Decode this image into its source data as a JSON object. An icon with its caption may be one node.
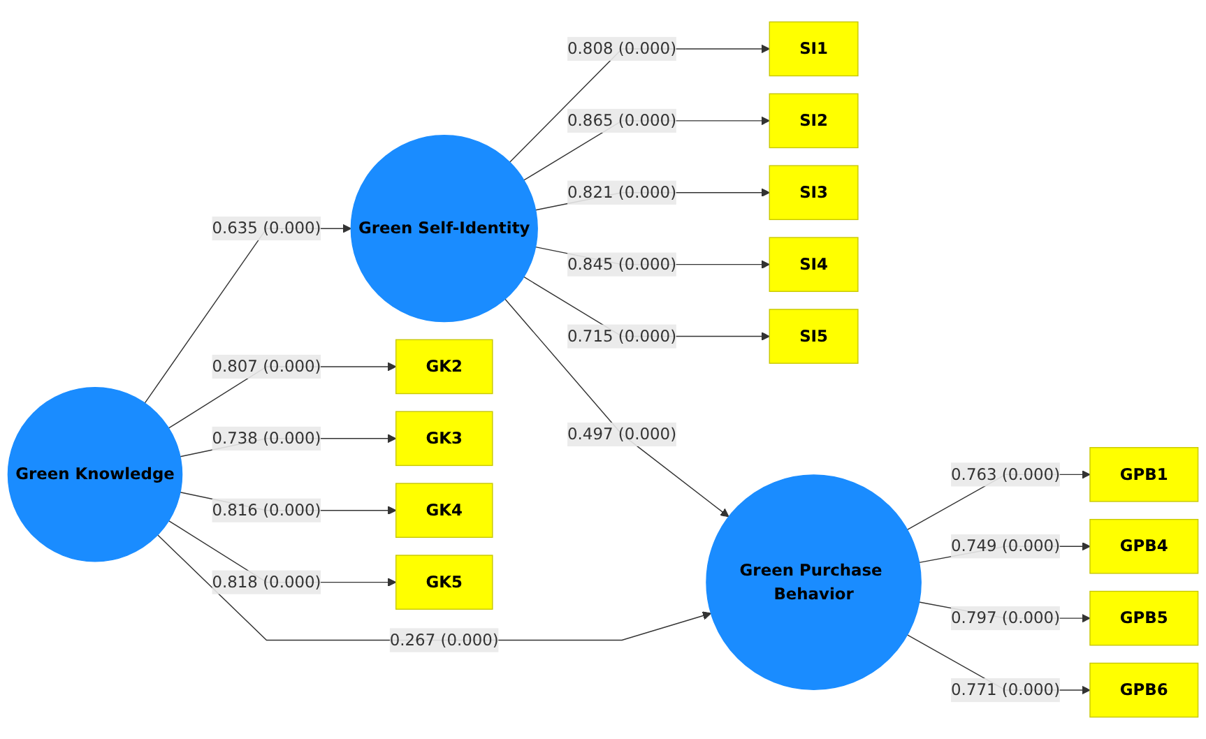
{
  "diagram": {
    "nodes": [
      {
        "text": [
          "SI1"
        ]
      },
      {
        "text": [
          "SI2"
        ]
      },
      {
        "text": [
          "SI3"
        ]
      },
      {
        "text": [
          "SI4"
        ]
      },
      {
        "text": [
          "SI5"
        ]
      },
      {
        "text": [
          "Green Self-Identity"
        ]
      },
      {
        "text": [
          "GK2"
        ]
      },
      {
        "text": [
          "GK3"
        ]
      },
      {
        "text": [
          "GK4"
        ]
      },
      {
        "text": [
          "GK5"
        ]
      },
      {
        "text": [
          "Green Knowledge"
        ]
      },
      {
        "text": [
          "GPB1"
        ]
      },
      {
        "text": [
          "GPB4"
        ]
      },
      {
        "text": [
          "GPB5"
        ]
      },
      {
        "text": [
          "GPB6"
        ]
      },
      {
        "text": [
          "Green Purchase Behavior"
        ]
      }
    ],
    "edges": [
      {
        "from": 5,
        "to": 0,
        "arrow": "to",
        "label": "0.808 (0.000)"
      },
      {
        "from": 5,
        "to": 1,
        "arrow": "to",
        "label": "0.865 (0.000)"
      },
      {
        "from": 5,
        "to": 2,
        "arrow": "to",
        "label": "0.821 (0.000)"
      },
      {
        "from": 5,
        "to": 3,
        "arrow": "to",
        "label": "0.845 (0.000)"
      },
      {
        "from": 5,
        "to": 4,
        "arrow": "to",
        "label": "0.715 (0.000)"
      },
      {
        "from": 10,
        "to": 6,
        "arrow": "to",
        "label": "0.807 (0.000)"
      },
      {
        "from": 10,
        "to": 7,
        "arrow": "to",
        "label": "0.738 (0.000)"
      },
      {
        "from": 10,
        "to": 8,
        "arrow": "to",
        "label": "0.816 (0.000)"
      },
      {
        "from": 10,
        "to": 9,
        "arrow": "to",
        "label": "0.818 (0.000)"
      },
      {
        "from": 10,
        "to": 5,
        "arrow": "to",
        "label": "0.635 (0.000)"
      },
      {
        "from": 5,
        "to": 15,
        "arrow": "to",
        "label": "0.497 (0.000)"
      },
      {
        "from": 10,
        "to": 15,
        "arrow": "to",
        "label": "0.267 (0.000)"
      },
      {
        "from": 15,
        "to": 11,
        "arrow": "to",
        "label": "0.763 (0.000)"
      },
      {
        "from": 15,
        "to": 12,
        "arrow": "to",
        "label": "0.749 (0.000)"
      },
      {
        "from": 15,
        "to": 13,
        "arrow": "to",
        "label": "0.797 (0.000)"
      },
      {
        "from": 15,
        "to": 14,
        "arrow": "to",
        "label": "0.771 (0.000)"
      }
    ]
  }
}
